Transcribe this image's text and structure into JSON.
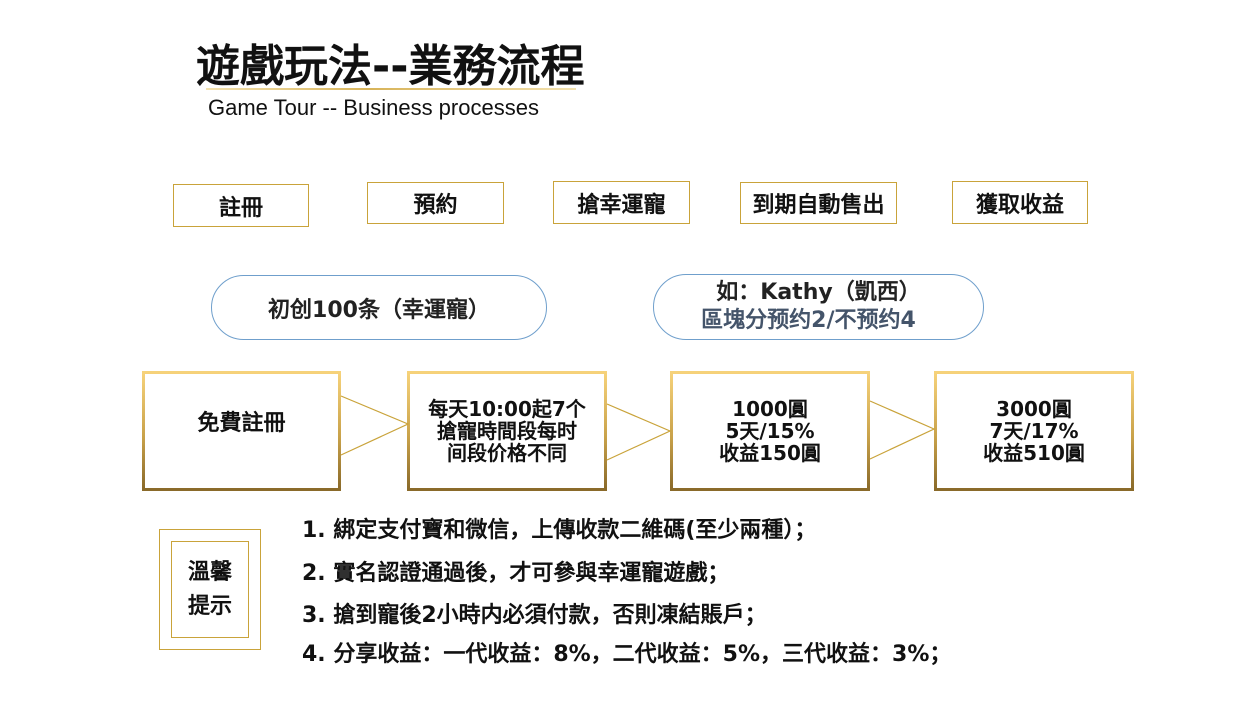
{
  "header": {
    "title": "遊戲玩法--業務流程",
    "subtitle": "Game Tour -- Business processes"
  },
  "steps": [
    "註冊",
    "預約",
    "搶幸運寵",
    "到期自動售出",
    "獲取收益"
  ],
  "pills": {
    "left": "初创100条（幸運寵）",
    "right_line1": "如：Kathy（凱西）",
    "right_line2": "區塊分预约2/不预约4"
  },
  "flow": [
    {
      "lines": [
        "免費註冊"
      ]
    },
    {
      "lines": [
        "每天10:00起7个",
        "搶寵時間段每时",
        "间段价格不同"
      ]
    },
    {
      "lines": [
        "1000圓",
        "5天/15%",
        "收益150圓"
      ]
    },
    {
      "lines": [
        "3000圓",
        "7天/17%",
        "收益510圓"
      ]
    }
  ],
  "tips": {
    "label_line1": "溫馨",
    "label_line2": "提示",
    "notes": [
      "1. 綁定支付寶和微信，上傳收款二維碼(至少兩種）；",
      "2. 實名認證通過後，才可參與幸運寵遊戲；",
      "3. 搶到寵後2小時内必須付款，否則凍結賬戶；",
      "4. 分享收益：一代收益：8%，二代收益：5%，三代收益：3%；"
    ]
  },
  "colors": {
    "gold": "#c9a33a",
    "pill_border": "#6f9fcc",
    "slate_text": "#44546a"
  }
}
